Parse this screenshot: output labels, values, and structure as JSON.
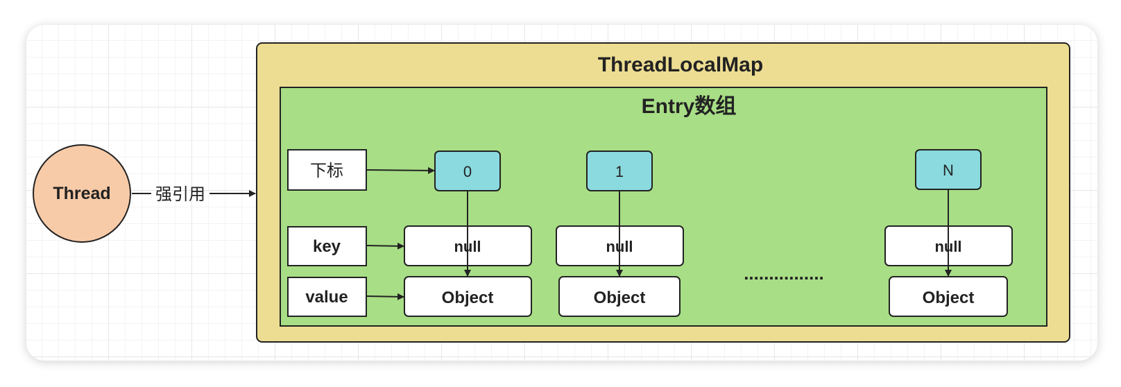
{
  "colors": {
    "thread_fill": "#f8cba8",
    "map_fill": "#eddd92",
    "entry_fill": "#a8de86",
    "index_fill": "#8adadf",
    "box_fill": "#ffffff",
    "stroke": "#222222"
  },
  "thread": {
    "label": "Thread"
  },
  "strong_ref": {
    "label": "强引用"
  },
  "map": {
    "title": "ThreadLocalMap"
  },
  "entry": {
    "title": "Entry数组"
  },
  "row_labels": {
    "index": "下标",
    "key": "key",
    "value": "value"
  },
  "entries": [
    {
      "index": "0",
      "key": "null",
      "value": "Object"
    },
    {
      "index": "1",
      "key": "null",
      "value": "Object"
    },
    {
      "index": "N",
      "key": "null",
      "value": "Object"
    }
  ],
  "ellipsis": "................"
}
